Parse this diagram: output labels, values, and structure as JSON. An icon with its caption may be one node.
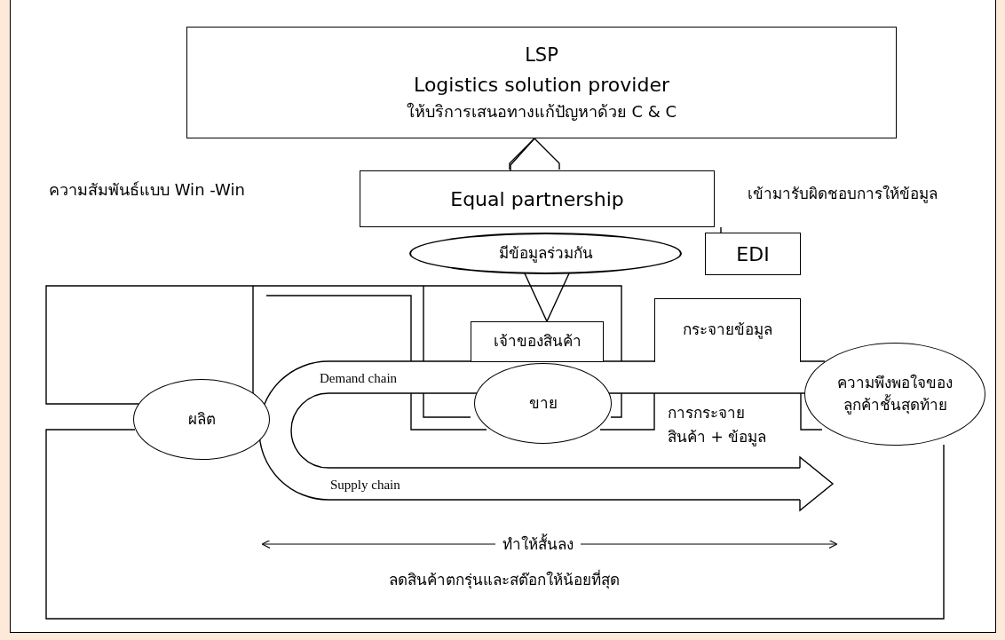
{
  "diagram": {
    "nodes": [
      {
        "text": [
          "LSP",
          "Logistics solution provider",
          "ให้บริการเสนอทางแก้ปัญหาด้วย C & C"
        ]
      },
      {
        "text": [
          "Equal partnership"
        ]
      },
      {
        "text": [
          "EDI"
        ]
      },
      {
        "text": [
          "มีข้อมูลร่วมกัน"
        ]
      },
      {
        "text": [
          "เจ้าของสินค้า"
        ]
      },
      {
        "text": [
          "กระจายข้อมูล"
        ]
      },
      {
        "text": [
          "ผลิต"
        ]
      },
      {
        "text": [
          "ขาย"
        ]
      },
      {
        "text": [
          "ความพึงพอใจของลูกค้าชั้นสุดท้าย"
        ]
      }
    ],
    "edges": [
      {
        "from": 1,
        "to": 0,
        "arrow": "to"
      },
      {
        "from": 1,
        "to": 2,
        "arrow": "none"
      },
      {
        "from": 3,
        "to": 4,
        "arrow": "to"
      },
      {
        "from": 6,
        "to": 7,
        "arrow": "none"
      },
      {
        "from": 6,
        "to": 8,
        "arrow": "none"
      },
      {
        "from": 8,
        "to": null,
        "arrow": "to"
      }
    ],
    "labels": [
      "ความสัมพันธ์แบบ Win -Win",
      "เข้ามารับผิดชอบการให้ข้อมูล",
      "Demand chain",
      "การกระจายสินค้า + ข้อมูล",
      "Supply chain",
      "ทำให้สั้นลง",
      "ลดสินค้าตกรุ่นและสต๊อกให้น้อยที่สุด"
    ]
  }
}
